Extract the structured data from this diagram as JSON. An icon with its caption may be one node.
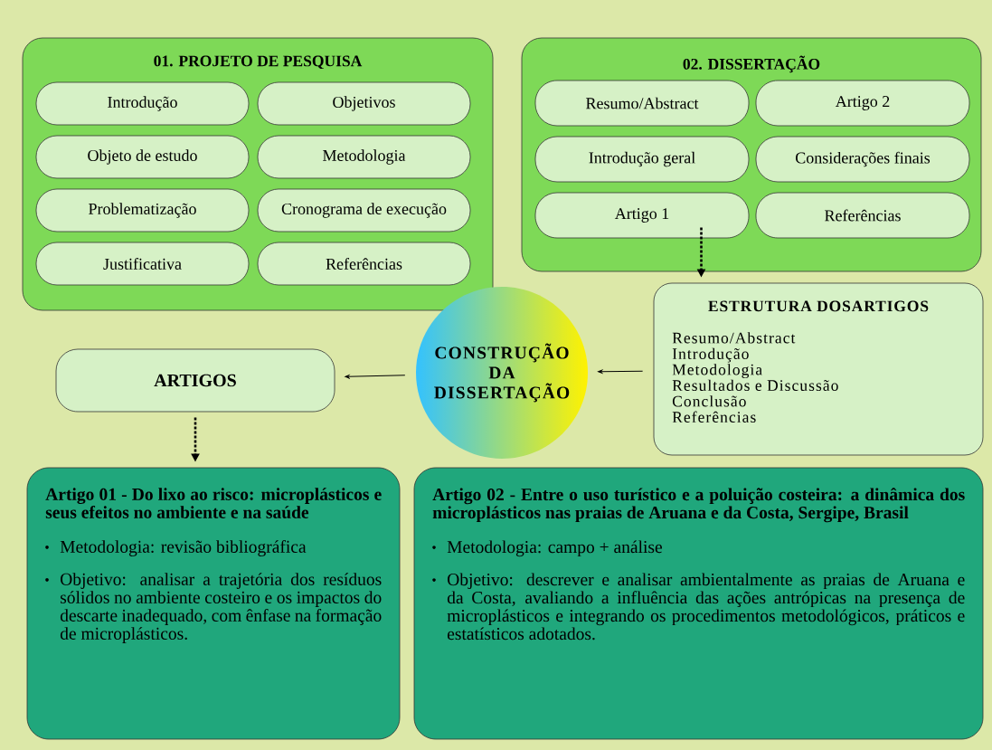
{
  "diagram": {
    "nodes": [
      {
        "text": [
          "01. PROJETO DE PESQUISA"
        ]
      },
      {
        "text": [
          "Introdução"
        ],
        "in": 0
      },
      {
        "text": [
          "Objetivos"
        ],
        "in": 0
      },
      {
        "text": [
          "Objeto de estudo"
        ],
        "in": 0
      },
      {
        "text": [
          "Metodologia"
        ],
        "in": 0
      },
      {
        "text": [
          "Problematização"
        ],
        "in": 0
      },
      {
        "text": [
          "Cronograma de execução"
        ],
        "in": 0
      },
      {
        "text": [
          "Justificativa"
        ],
        "in": 0
      },
      {
        "text": [
          "Referências"
        ],
        "in": 0
      },
      {
        "text": [
          "02. DISSERTAÇÃO"
        ]
      },
      {
        "text": [
          "Resumo/Abstract"
        ],
        "in": 9
      },
      {
        "text": [
          "Artigo 2"
        ],
        "in": 9
      },
      {
        "text": [
          "Introdução geral"
        ],
        "in": 9
      },
      {
        "text": [
          "Considerações finais"
        ],
        "in": 9
      },
      {
        "text": [
          "Artigo 1"
        ],
        "in": 9
      },
      {
        "text": [
          "Referências"
        ],
        "in": 9
      },
      {
        "text": [
          "ESTRUTURA DOSARTIGOS",
          "Resumo/Abstract",
          "Introdução",
          "Metodologia",
          "Resultados e Discussão",
          "Conclusão",
          "Referências"
        ]
      },
      {
        "text": [
          "ARTIGOS"
        ]
      },
      {
        "text": [
          "CONSTRUÇÃO DA DISSERTAÇÃO"
        ]
      },
      {
        "text": [
          "Artigo 01 - Do lixo ao risco: microplásticos e seus efeitos no ambiente e na saúde",
          "Metodologia: revisão bibliográfica",
          "Objetivo: analisar a trajetória dos resíduos sólidos no ambiente costeiro e os impactos do descarte inadequado, com ênfase na formação de microplásticos."
        ]
      },
      {
        "text": [
          "Artigo 02 - Entre o uso turístico e a poluição costeira: a dinâmica dos microplásticos nas praias de Aruana e da Costa, Sergipe, Brasil",
          "Metodologia: campo + análise",
          "Objetivo: descrever e analisar ambientalmente as praias de Aruana e da Costa, avaliando a influência das ações antrópicas na presença de microplásticos e integrando os procedimentos metodológicos, práticos e estatísticos adotados."
        ]
      }
    ],
    "edges": [
      {
        "from": 14,
        "to": 16,
        "arrow": "to",
        "style": "dashed"
      },
      {
        "from": 16,
        "to": 18,
        "arrow": "to"
      },
      {
        "from": 18,
        "to": 17,
        "arrow": "to"
      },
      {
        "from": 17,
        "to": 19,
        "arrow": "to",
        "style": "dashed"
      }
    ]
  }
}
